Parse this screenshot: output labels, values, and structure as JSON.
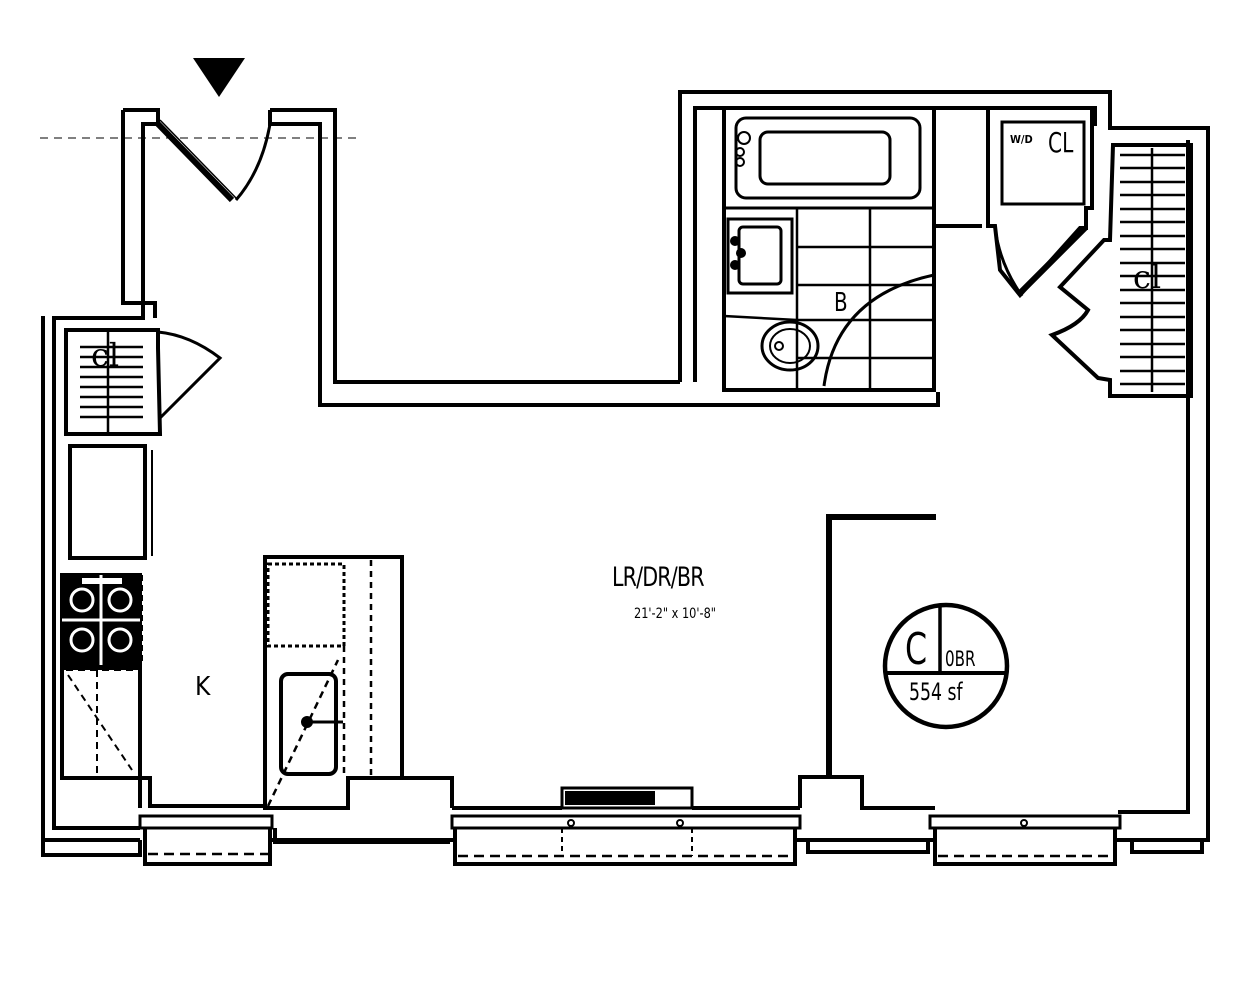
{
  "floor_plan": {
    "unit": {
      "letter": "C",
      "type": "0BR",
      "area": "554 sf"
    },
    "rooms": {
      "main": {
        "label": "LR/DR/BR",
        "dimensions": "21'-2\" x 10'-8\""
      },
      "kitchen": {
        "label": "K"
      },
      "bathroom": {
        "label": "B"
      },
      "washer_dryer_closet": {
        "prefix": "W/D",
        "label": "CL"
      },
      "closet_right": {
        "label": "cl"
      },
      "closet_left": {
        "label": "cl"
      }
    },
    "entry_marker": "entry-arrow",
    "colors": {
      "line": "#000000",
      "background": "#ffffff"
    }
  }
}
